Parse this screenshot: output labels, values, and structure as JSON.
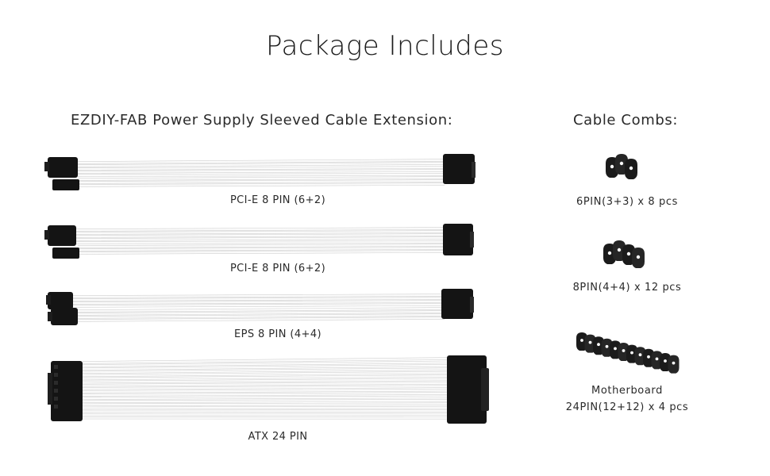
{
  "title": "Package Includes",
  "cables_section": {
    "heading": "EZDIY-FAB Power Supply Sleeved Cable Extension:",
    "items": [
      {
        "label": "PCI-E 8 PIN (6+2)"
      },
      {
        "label": "PCI-E 8 PIN (6+2)"
      },
      {
        "label": "EPS 8 PIN (4+4)"
      },
      {
        "label": "ATX 24 PIN"
      }
    ]
  },
  "combs_section": {
    "heading": "Cable Combs:",
    "items": [
      {
        "label": "6PIN(3+3) x 8 pcs"
      },
      {
        "label": "8PIN(4+4) x 12 pcs"
      },
      {
        "label_line1": "Motherboard",
        "label_line2": "24PIN(12+12) x 4 pcs"
      }
    ]
  },
  "colors": {
    "text": "#1a1a1a",
    "connector": "#111111",
    "sleeve": "#f3f3f3",
    "sleeve_edge": "#c9c9c9"
  }
}
